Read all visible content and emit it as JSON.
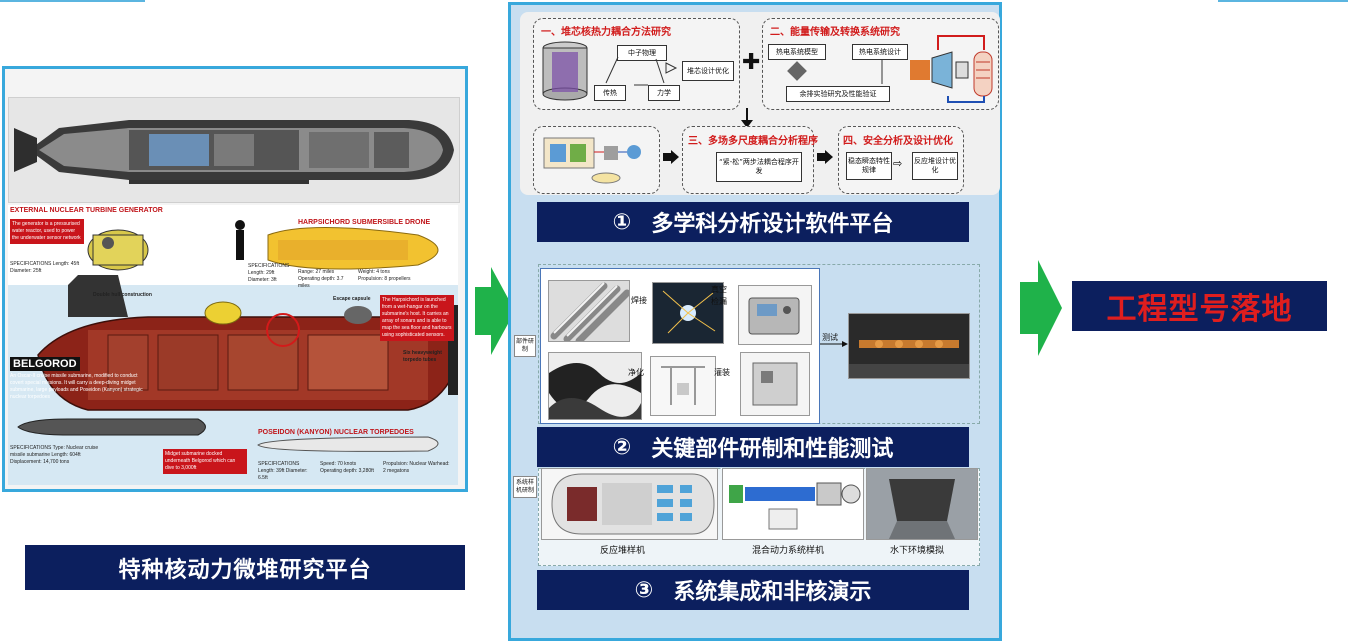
{
  "left_panel": {
    "platform_label": "特种核动力微堆研究平台",
    "infographic": {
      "generator_title": "EXTERNAL NUCLEAR TURBINE GENERATOR",
      "generator_note": "The generator is a pressurised water reactor, used to power the underwater sensor network",
      "generator_specs": "SPECIFICATIONS Length: 45ft Diameter: 25ft",
      "drone_title": "HARPSICHORD SUBMERSIBLE DRONE",
      "drone_specs": "SPECIFICATIONS Length: 29ft Diameter: 3ft",
      "drone_range": "Range: 27 miles Operating depth: 3.7 miles",
      "drone_weight": "Weight: 4 tons Propulsion: 8 propellers",
      "hull_label": "Double hull construction",
      "escape_label": "Escape capsule",
      "harpsichord_note": "The Harpsichord is launched from a wet-hangar on the submarine's host. It carries an array of sonars and is able to map the sea floor and harbours using sophisticated sensors.",
      "torpedo_tubes": "Six heavyweight torpedo tubes",
      "belgorod_title": "BELGOROD",
      "belgorod_desc": "An Oscar-II cruise missile submarine, modified to conduct covert special missions. It will carry a deep-diving midget submarine, large payloads and Poseidon (Kanyon) strategic nuclear torpedoes",
      "poseidon_title": "POSEIDON (KANYON) NUCLEAR TORPEDOES",
      "poseidon_specs": "SPECIFICATIONS Length: 39ft Diameter: 6.5ft",
      "poseidon_speed": "Speed: 70 knots Operating depth: 3,280ft",
      "poseidon_prop": "Propulsion: Nuclear Warhead: 2 megatons",
      "midget_note": "Midget submarine docked underneath Belgorod which can dive to 3,000ft",
      "belgorod_specs": "SPECIFICATIONS Type: Nuclear cruise missile submarine Length: 604ft Displacement: 14,700 tons"
    }
  },
  "research": {
    "r1_title": "一、堆芯核热力耦合方法研究",
    "r1_neutron": "中子物理",
    "r1_heat": "传热",
    "r1_mech": "力学",
    "r1_opt": "堆芯设计优化",
    "r2_title": "二、能量传输及转换系统研究",
    "r2_model": "热电系统模型",
    "r2_design": "热电系统设计",
    "r2_waste": "余排实验研究及性能验证",
    "r3_title": "三、多场多尺度耦合分析程序",
    "r3_desc": "“紧-松”两步法耦合程序开发",
    "r4_title": "四、安全分析及设计优化",
    "r4_steady": "稳态瞬态特性规律",
    "r4_opt": "反应堆设计优化",
    "plus": "✚"
  },
  "stage1": {
    "number": "①",
    "label": "多学科分析设计软件平台"
  },
  "stage2": {
    "number": "②",
    "label": "关键部件研制和性能测试",
    "tag": "部件研制",
    "weld": "焊接",
    "vacuum": "真空检漏",
    "purify": "净化",
    "fill": "灌装",
    "test": "测试"
  },
  "stage3": {
    "number": "③",
    "label": "系统集成和非核演示",
    "tag": "系统样机研制",
    "reactor_proto": "反应堆样机",
    "hybrid_proto": "混合动力系统样机",
    "underwater": "水下环境模拟"
  },
  "result": {
    "label": "工程型号落地"
  },
  "colors": {
    "navy": "#0c1f5e",
    "frame_blue": "#38a8dc",
    "arrow_green": "#1fb24a",
    "red": "#d11c1c"
  }
}
